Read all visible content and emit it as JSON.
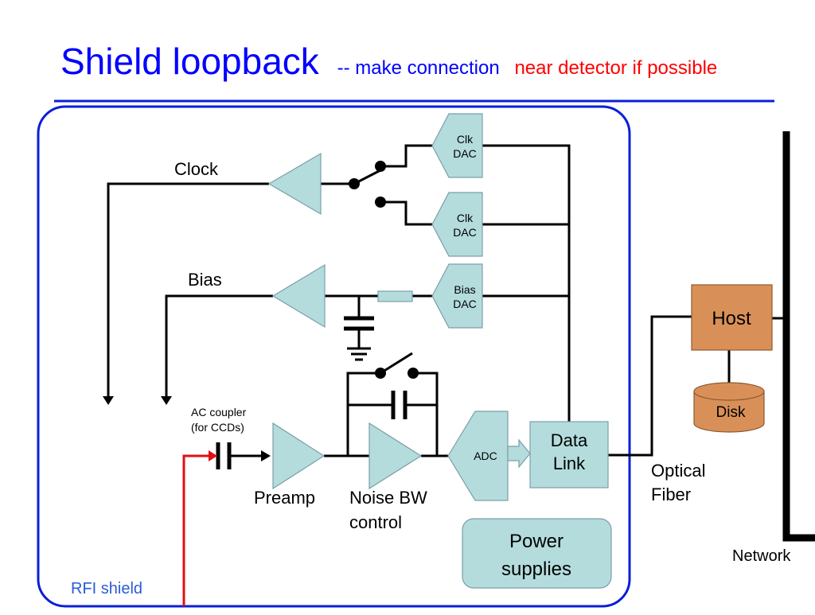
{
  "slide": {
    "title_main": "Shield loopback",
    "title_sub_blue": "-- make connection",
    "title_sub_red": "near detector if possible",
    "colors": {
      "title_blue": "#0000ff",
      "title_red": "#ff0000",
      "enclosure_blue": "#0b1fd6",
      "block_fill": "#b4dcdc",
      "host_fill": "#d99058",
      "shield_red": "#e01010",
      "rfi_label": "#2a5bd7"
    }
  },
  "diagram": {
    "clock_label": "Clock",
    "bias_label": "Bias",
    "clk_dac_top": [
      "Clk",
      "DAC"
    ],
    "clk_dac_bottom": [
      "Clk",
      "DAC"
    ],
    "bias_dac": [
      "Bias",
      "DAC"
    ],
    "ac_coupler": [
      "AC coupler",
      "(for CCDs)"
    ],
    "preamp": "Preamp",
    "noise_bw": [
      "Noise BW",
      "control"
    ],
    "adc": "ADC",
    "data_link": [
      "Data",
      "Link"
    ],
    "power_supplies": [
      "Power",
      "supplies"
    ],
    "host": "Host",
    "disk": "Disk",
    "optical_fiber": [
      "Optical",
      "Fiber"
    ],
    "network": "Network",
    "rfi_shield": "RFI shield"
  }
}
